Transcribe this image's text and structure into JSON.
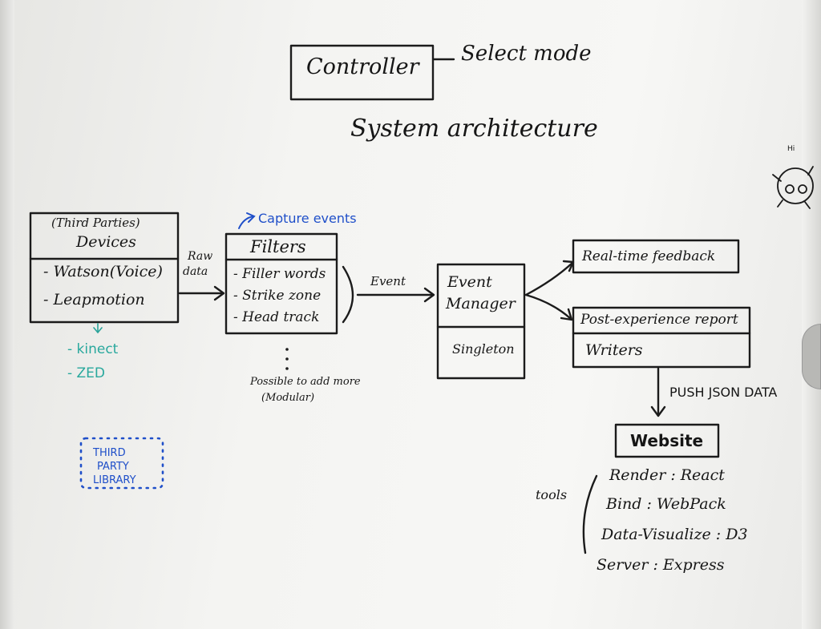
{
  "controller": {
    "label": "Controller",
    "note": "Select mode"
  },
  "title": "System architecture",
  "devices": {
    "header_line1": "(Third Parties)",
    "header_line2": "Devices",
    "items": [
      "- Watson(Voice)",
      "- Leapmotion"
    ],
    "extras": [
      "- kinect",
      "- ZED"
    ]
  },
  "third_party_library": [
    "THIRD",
    "PARTY",
    "LIBRARY"
  ],
  "raw_data_label": [
    "Raw",
    "data"
  ],
  "filters": {
    "note": "Capture events",
    "title": "Filters",
    "items": [
      "- Filler words",
      "- Strike zone",
      "- Head track"
    ],
    "more_dots": ":",
    "more_note_line1": "Possible to add more",
    "more_note_line2": "(Modular)"
  },
  "event_label": "Event",
  "event_manager": {
    "title_line1": "Event",
    "title_line2": "Manager",
    "body": "Singleton"
  },
  "outputs": {
    "realtime": "Real-time feedback",
    "post_title": "Post-experience report",
    "post_body": "Writers"
  },
  "push_label": "PUSH JSON DATA",
  "website": {
    "title": "Website",
    "tools_label": "tools",
    "tools": [
      "Render : React",
      "Bind : WebPack",
      "Data-Visualize : D3",
      "Server : Express"
    ]
  },
  "sketch_label": "Hi"
}
